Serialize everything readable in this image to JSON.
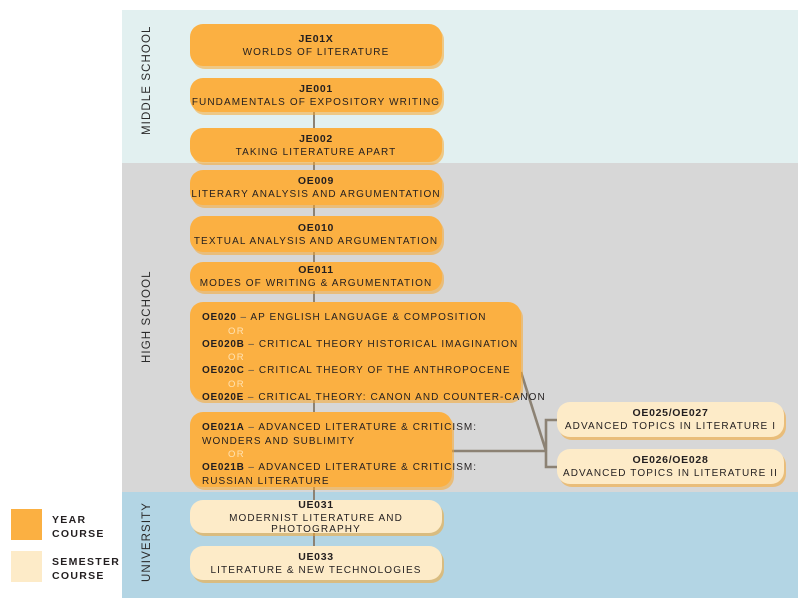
{
  "bands": [
    {
      "id": "middle",
      "label": "MIDDLE SCHOOL",
      "color": "#e2f0f0"
    },
    {
      "id": "high",
      "label": "HIGH SCHOOL",
      "color": "#d7d7d7"
    },
    {
      "id": "univ",
      "label": "UNIVERSITY",
      "color": "#b3d5e4"
    }
  ],
  "legend": {
    "year": {
      "label_line1": "YEAR",
      "label_line2": "COURSE",
      "color": "#fbb042"
    },
    "semester": {
      "label_line1": "SEMESTER",
      "label_line2": "COURSE",
      "color": "#fdebc8"
    }
  },
  "courses": {
    "je01x": {
      "code": "JE01X",
      "title": "WORLDS OF LITERATURE"
    },
    "je001": {
      "code": "JE001",
      "title": "FUNDAMENTALS OF EXPOSITORY WRITING"
    },
    "je002": {
      "code": "JE002",
      "title": "TAKING LITERATURE APART"
    },
    "oe009": {
      "code": "OE009",
      "title": "LITERARY ANALYSIS AND ARGUMENTATION"
    },
    "oe010": {
      "code": "OE010",
      "title": "TEXTUAL ANALYSIS AND ARGUMENTATION"
    },
    "oe011": {
      "code": "OE011",
      "title": "MODES OF WRITING & ARGUMENTATION"
    },
    "ue031": {
      "code": "UE031",
      "title": "MODERNIST LITERATURE AND PHOTOGRAPHY"
    },
    "ue033": {
      "code": "UE033",
      "title": "LITERATURE & NEW TECHNOLOGIES"
    },
    "oe025": {
      "code": "OE025/OE027",
      "title": "ADVANCED TOPICS IN LITERATURE I"
    },
    "oe026": {
      "code": "OE026/OE028",
      "title": "ADVANCED TOPICS IN LITERATURE II"
    }
  },
  "option_groups": {
    "oe020": {
      "separator": "OR",
      "options": [
        {
          "code": "OE020",
          "dash": "–",
          "title": "AP ENGLISH LANGUAGE & COMPOSITION"
        },
        {
          "code": "OE020B",
          "dash": "–",
          "title": "CRITICAL THEORY HISTORICAL IMAGINATION"
        },
        {
          "code": "OE020C",
          "dash": "–",
          "title": "CRITICAL THEORY OF THE ANTHROPOCENE"
        },
        {
          "code": "OE020E",
          "dash": "–",
          "title": "CRITICAL THEORY: CANON AND COUNTER-CANON"
        }
      ]
    },
    "oe021": {
      "separator": "OR",
      "options": [
        {
          "code": "OE021A",
          "dash": "–",
          "title": "ADVANCED LITERATURE & CRITICISM:",
          "title2": "WONDERS AND SUBLIMITY"
        },
        {
          "code": "OE021B",
          "dash": "–",
          "title": "ADVANCED LITERATURE & CRITICISM:",
          "title2": "RUSSIAN LITERATURE"
        }
      ]
    }
  },
  "colors": {
    "year_course": "#fbb042",
    "semester_course": "#fdebc8",
    "connector": "#8c8274",
    "band_middle": "#e2f0f0",
    "band_high": "#d7d7d7",
    "band_university": "#b3d5e4"
  }
}
